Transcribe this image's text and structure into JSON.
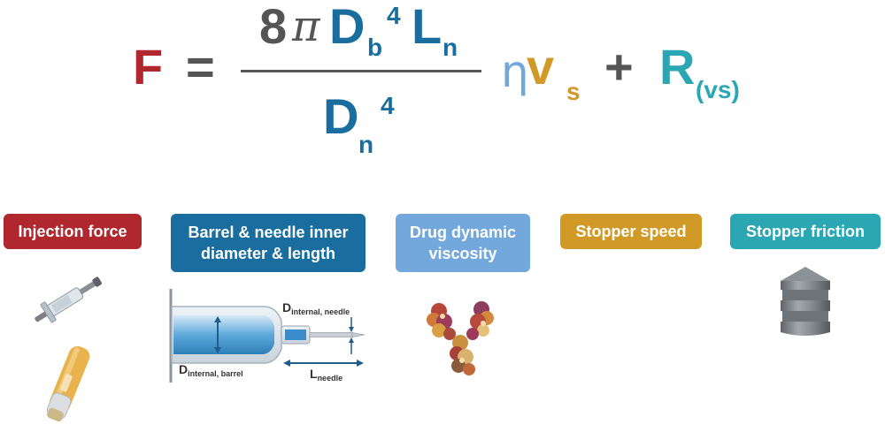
{
  "colors": {
    "force": "#b0282d",
    "dark_gray": "#555555",
    "blue": "#1a6d9f",
    "light_blue": "#72a8dc",
    "gold": "#d19a26",
    "teal": "#2ba6b3"
  },
  "formula": {
    "lhs": "F",
    "equals": "=",
    "numerator_coef": "8",
    "pi": "π",
    "D": "D",
    "b_sub": "b",
    "exp_4": "4",
    "L": "L",
    "n_sub": "n",
    "den_D": "D",
    "den_n_sub": "n",
    "den_exp_4": "4",
    "eta": "η",
    "v": "v",
    "s_sub": "s",
    "plus": "+",
    "R": "R",
    "vs_sub": "(vs)"
  },
  "labels": {
    "injection_force": "Injection force",
    "barrel_needle_line1": "Barrel & needle inner",
    "barrel_needle_line2": "diameter & length",
    "viscosity_line1": "Drug dynamic",
    "viscosity_line2": "viscosity",
    "stopper_speed": "Stopper speed",
    "stopper_friction": "Stopper friction"
  },
  "diagram": {
    "d_internal_needle_main": "D",
    "d_internal_needle_sub": "internal, needle",
    "d_internal_barrel_main": "D",
    "d_internal_barrel_sub": "internal, barrel",
    "l_needle_main": "L",
    "l_needle_sub": "needle"
  },
  "icons": {
    "syringe": "syringe-icon",
    "autoinjector": "autoinjector-icon",
    "molecule": "antibody-molecule-icon",
    "stopper": "rubber-stopper-icon"
  }
}
